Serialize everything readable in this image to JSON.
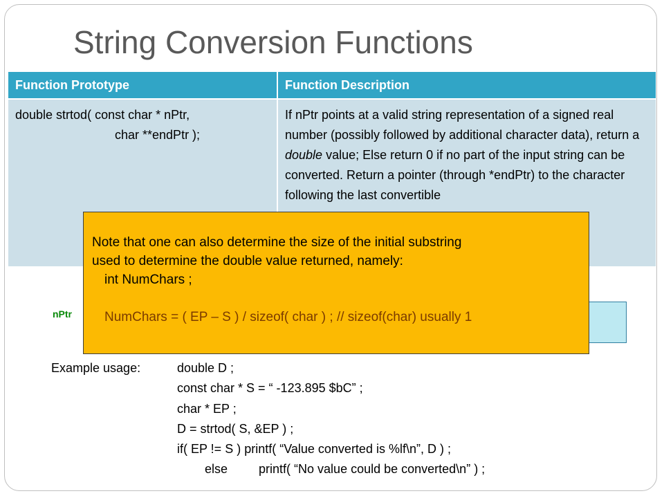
{
  "slide": {
    "title": "String Conversion Functions",
    "table": {
      "headers": [
        "Function Prototype",
        "Function Description"
      ],
      "prototype": {
        "line1": "double strtod( const char * nPtr,",
        "line2": "char **endPtr );"
      },
      "description": {
        "part1": "If nPtr points at a valid string representation of a signed real number (possibly followed by additional character data), return a ",
        "italic": "double",
        "part2": " value; Else return 0 if no part of the input string can be converted.   Return a pointer (through *endPtr) to the character following the last convertible"
      }
    },
    "pointer_label": "nPtr",
    "note": {
      "line1": "Note that one can also determine the size of the initial substring",
      "line2": "used to determine the double value returned, namely:",
      "line3": "int NumChars ;",
      "line4": "NumChars = ( EP – S ) / sizeof( char ) ;  // sizeof(char) usually 1"
    },
    "example": {
      "label": "Example usage:",
      "lines": [
        "double D ;",
        "const char * S = “  -123.895 $bC” ;",
        "char * EP ;",
        "D = strtod( S, &EP ) ;",
        "if( EP != S ) printf( “Value converted is %lf\\n”, D ) ;",
        "else         printf( “No value could be converted\\n” ) ;"
      ]
    },
    "colors": {
      "header": "#31a5c6",
      "row": "#ccdfe8",
      "note": "#fcba02",
      "title": "#595959",
      "pointer_label": "#0a8a0a"
    }
  }
}
